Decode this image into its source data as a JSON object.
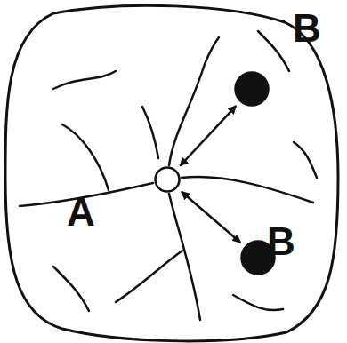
{
  "diagram": {
    "nodes": [
      {
        "text": [
          "A"
        ]
      },
      {
        "text": [
          "B"
        ]
      },
      {
        "text": [
          "B"
        ]
      }
    ],
    "edges": [
      {
        "from": 0,
        "to": 1,
        "arrow": "both"
      },
      {
        "from": 0,
        "to": 2,
        "arrow": "both"
      }
    ]
  }
}
